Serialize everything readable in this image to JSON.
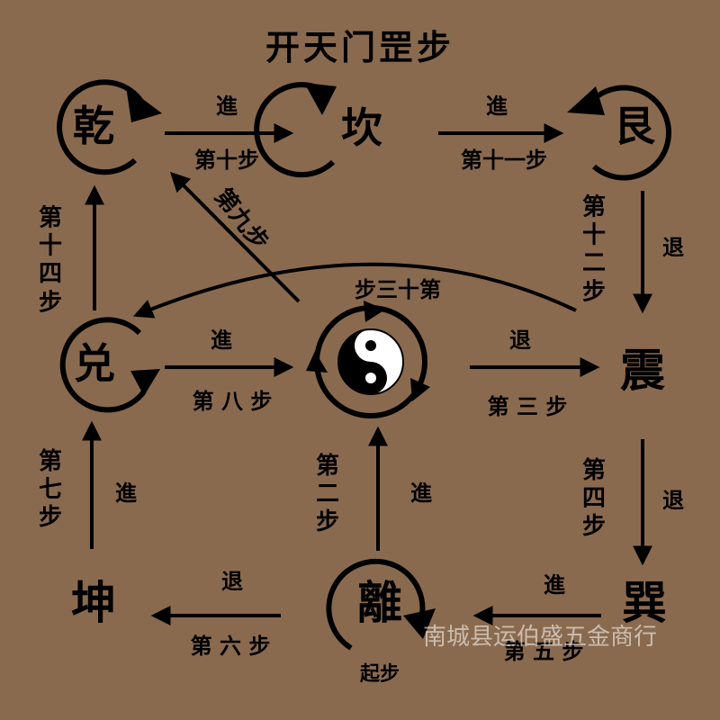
{
  "title": "开天门罡步",
  "trigrams": {
    "qian": "乾",
    "kan": "坎",
    "gen": "艮",
    "dui": "兑",
    "zhen": "震",
    "kun": "坤",
    "li": "離",
    "xun": "巽"
  },
  "labels": {
    "jin_qian_kan": "進",
    "step10": "第十步",
    "jin_kan_gen": "進",
    "step11": "第十一步",
    "tui_gen_zhen": "退",
    "step12": "第十二步",
    "step9": "第九步",
    "step13": "步三十第",
    "step14": "第十四步",
    "jin_dui_center": "進",
    "step8": "第 八 步",
    "tui_center_zhen": "退",
    "step3": "第 三 步",
    "step7": "第七步",
    "jin_kun_dui": "進",
    "step2": "第二步",
    "jin_li_center": "進",
    "step4": "第四步",
    "tui_zhen_xun": "退",
    "tui_kun": "退",
    "step6": "第 六 步",
    "jin_xun_li": "進",
    "step5": "第 五 步",
    "start": "起步"
  },
  "watermark": "南城县运伯盛五金商行",
  "colors": {
    "background": "#8a6a4e",
    "ink": "#000000",
    "watermark": "#ffffff"
  }
}
